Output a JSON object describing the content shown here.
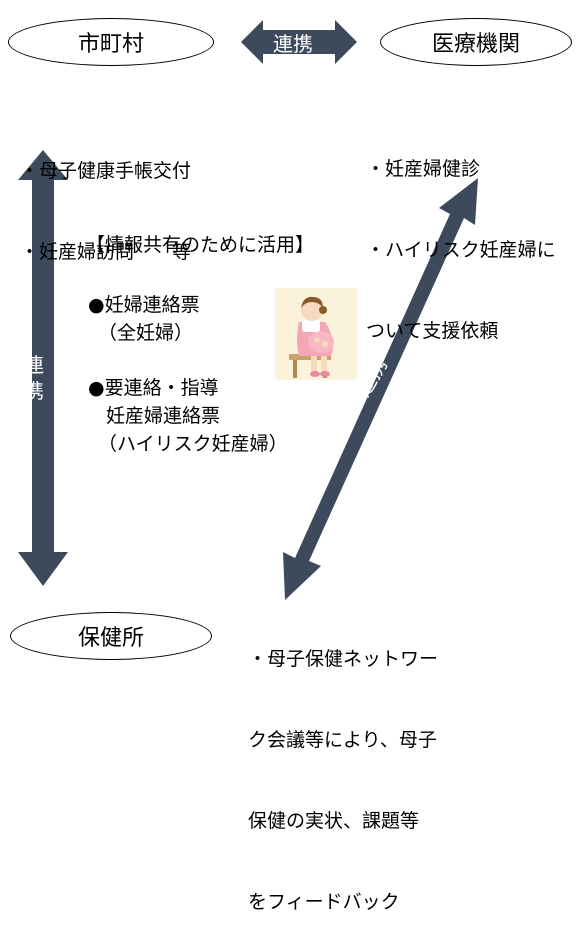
{
  "nodes": {
    "municipality": "市町村",
    "medical": "医療機関",
    "health_center": "保健所"
  },
  "links": {
    "top": "連携",
    "left": "連携",
    "diagonal": "連携"
  },
  "municipality_tasks": [
    "・母子健康手帳交付",
    "・妊産婦訪問　　等"
  ],
  "medical_tasks": [
    "・妊産婦健診",
    "・ハイリスク妊産婦に",
    "ついて支援依頼"
  ],
  "center": {
    "heading": "【情報共有のために活用】",
    "item1_title": "●妊婦連絡票",
    "item1_sub": "（全妊婦）",
    "item2_title": "●要連絡・指導",
    "item2_line2": "妊産婦連絡票",
    "item2_sub": "（ハイリスク妊産婦）"
  },
  "health_center_tasks": [
    "・母子保健ネットワー",
    "ク会議等により、母子",
    "保健の実状、課題等",
    "をフィードバック"
  ],
  "colors": {
    "arrow": "#3d4a5c"
  },
  "icons": {
    "illustration": "pregnant-woman-icon"
  }
}
